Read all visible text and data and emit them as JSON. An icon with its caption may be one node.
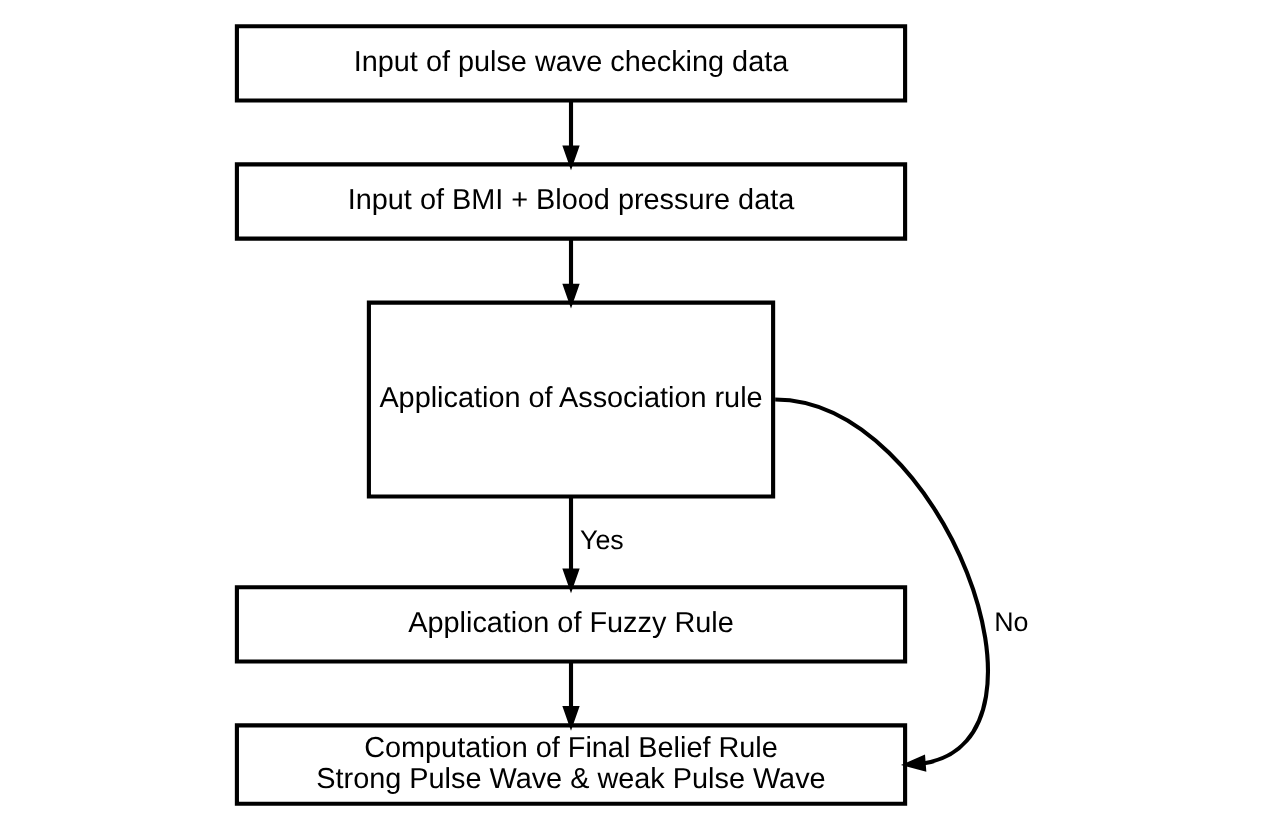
{
  "diagram": {
    "nodes": [
      {
        "text": [
          "Input of pulse wave checking data"
        ]
      },
      {
        "text": [
          "Input of BMI + Blood pressure data"
        ]
      },
      {
        "text": [
          "Application of Association rule"
        ]
      },
      {
        "text": [
          "Application of Fuzzy Rule"
        ]
      },
      {
        "text": [
          "Computation of Final Belief Rule",
          "Strong Pulse Wave & weak Pulse Wave"
        ]
      }
    ],
    "edges": [
      {
        "from": 0,
        "to": 1,
        "arrow": "to"
      },
      {
        "from": 1,
        "to": 2,
        "arrow": "to"
      },
      {
        "from": 2,
        "to": 3,
        "arrow": "to",
        "label": "Yes"
      },
      {
        "from": 3,
        "to": 4,
        "arrow": "to"
      },
      {
        "from": 2,
        "to": 4,
        "arrow": "to",
        "label": "No"
      }
    ]
  }
}
